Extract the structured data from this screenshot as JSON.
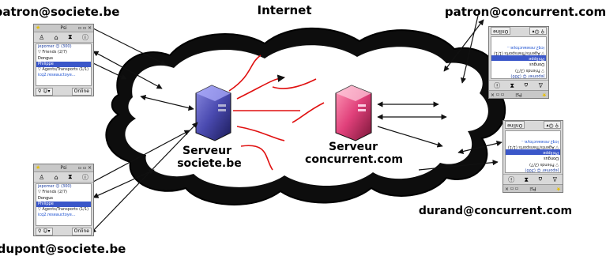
{
  "title": "Internet",
  "nodes": {
    "server_a": {
      "line1": "Serveur",
      "line2": "societe.be"
    },
    "server_b": {
      "line1": "Serveur",
      "line2": "concurrent.com"
    }
  },
  "users": {
    "patron_societe": "patron@societe.be",
    "dupont_societe": "dupont@societe.be",
    "patron_concurrent": "patron@concurrent.com",
    "durand_concurrent": "durand@concurrent.com"
  },
  "client_window": {
    "title": "Psi",
    "contacts": [
      {
        "text": "jepomer ☺ (300)",
        "style": "me"
      },
      {
        "text": "▽ Friends (2/7)",
        "style": "grp"
      },
      {
        "text": "Dongus",
        "style": ""
      },
      {
        "text": "Philippe",
        "style": "sel"
      },
      {
        "text": "▽ Agents/Transports (1/1)",
        "style": "grp"
      },
      {
        "text": "icq2.reseauctoye...",
        "style": "link"
      }
    ],
    "status_left": "⚲ ☺▾",
    "status_right": "Online"
  },
  "colors": {
    "cloud": "#0d0d0d",
    "cloud_inner": "#ffffff",
    "server_a": "#4a4ab0",
    "server_b": "#e0407a",
    "red_links": "#e01010",
    "arrows": "#111111"
  }
}
